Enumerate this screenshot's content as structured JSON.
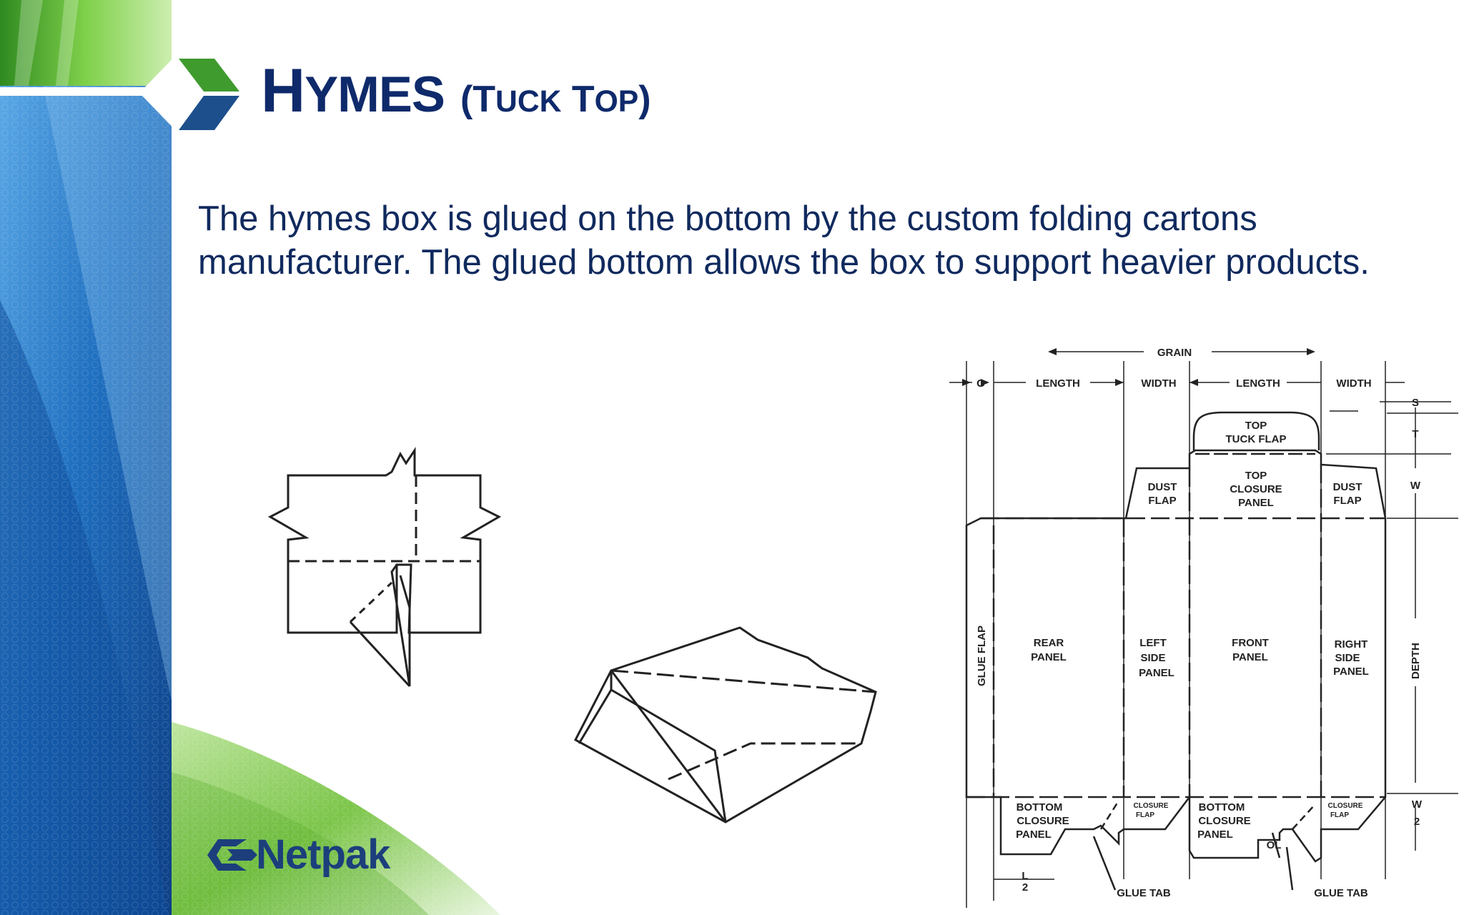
{
  "slide": {
    "title_main": "Hymes",
    "title_paren": "(Tuck Top)",
    "body": "The hymes box is glued on the bottom by the custom folding cartons manufacturer. The glued bottom allows the box to support heavier products."
  },
  "logo": {
    "text": "Netpak",
    "icon": "netpak-arrow-logo-icon"
  },
  "colors": {
    "title": "#0f2a6b",
    "blue": "#1f6fc0",
    "green": "#5cb02e"
  },
  "diagram": {
    "grain": "GRAIN",
    "g": "G",
    "length": "LENGTH",
    "width": "WIDTH",
    "s": "S",
    "t": "T",
    "w": "W",
    "depth": "DEPTH",
    "w_half_num": "W",
    "w_half_den": "2",
    "l_half_num": "L",
    "l_half_den": "2",
    "top_tuck_flap": [
      "TOP",
      "TUCK FLAP"
    ],
    "top_closure_panel": [
      "TOP",
      "CLOSURE",
      "PANEL"
    ],
    "dust_flap": [
      "DUST",
      "FLAP"
    ],
    "glue_flap": "GLUE FLAP",
    "rear_panel": [
      "REAR",
      "PANEL"
    ],
    "left_side_panel": [
      "LEFT",
      "SIDE",
      "PANEL"
    ],
    "front_panel": [
      "FRONT",
      "PANEL"
    ],
    "right_side_panel": [
      "RIGHT",
      "SIDE",
      "PANEL"
    ],
    "bottom_closure_panel": [
      "BOTTOM",
      "CLOSURE",
      "PANEL"
    ],
    "closure_flap": [
      "CLOSURE",
      "FLAP"
    ],
    "ol": "OL",
    "glue_tab": "GLUE TAB"
  }
}
